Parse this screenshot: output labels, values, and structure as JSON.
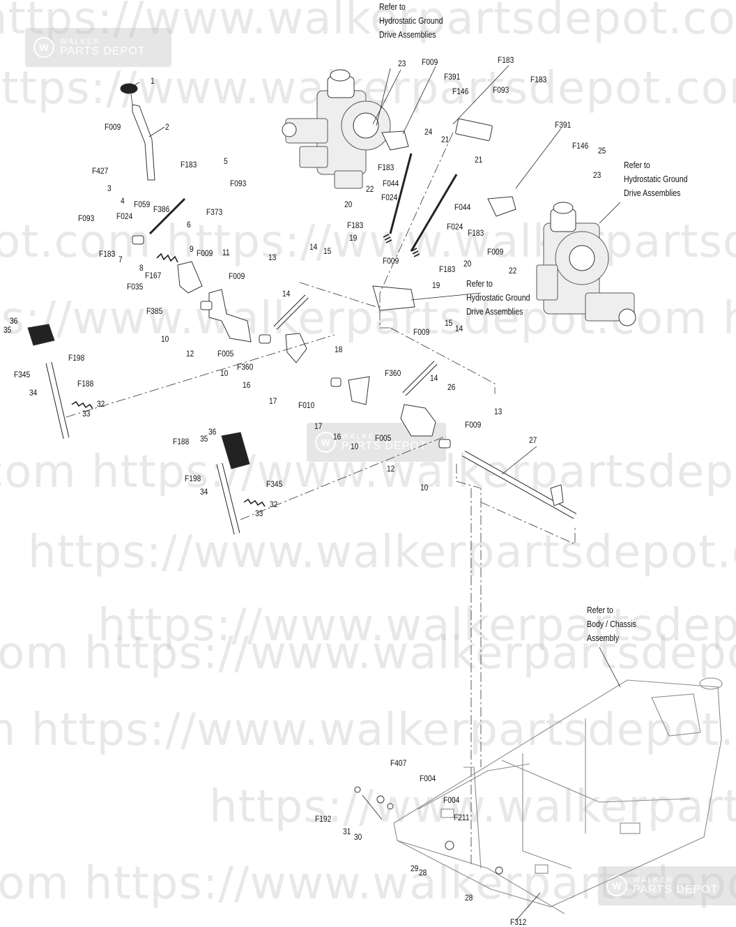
{
  "watermarks": [
    "https://www.walkerpartsdepot.com https://",
    "https://www.walkerpartsdepot.com https://",
    "ot.com https://www.walkerpartsdepot.com",
    "ps://www.walkerpartsdepot.com https://",
    "com https://www.walkerpartsdepot.com",
    "https://www.walkerpartsdepot.com htt",
    "https://www.walkerpartsdepot.com",
    "com https://www.walkerpartsdepot.com",
    "m https://www.walkerpartsdepot.com",
    "https://www.walkerpartsdepot.com",
    "com https://www.walkerpartsdepot.com"
  ],
  "logo": {
    "top": "WALKER",
    "bottom": "PARTS DEPOT"
  },
  "notes": {
    "hydro_top": [
      "Refer to",
      "Hydrostatic Ground",
      "Drive Assemblies"
    ],
    "hydro_right": [
      "Refer to",
      "Hydrostatic Ground",
      "Drive Assemblies"
    ],
    "hydro_mid": [
      "Refer to",
      "Hydrostatic Ground",
      "Drive Assemblies"
    ],
    "chassis": [
      "Refer to",
      "Body / Chassis",
      "Assembly"
    ]
  },
  "callouts": [
    "1",
    "2",
    "F009",
    "F427",
    "3",
    "4",
    "F059",
    "F183",
    "5",
    "F093",
    "F386",
    "F373",
    "F024",
    "6",
    "F093",
    "F183",
    "7",
    "8",
    "F167",
    "F035",
    "F385",
    "9",
    "F009",
    "11",
    "10",
    "12",
    "F005",
    "10",
    "F360",
    "16",
    "F009",
    "13",
    "14",
    "15",
    "14",
    "17",
    "F010",
    "18",
    "17",
    "16",
    "10",
    "F005",
    "12",
    "10",
    "F360",
    "15",
    "14",
    "14",
    "26",
    "13",
    "F009",
    "27",
    "36",
    "35",
    "F345",
    "F198",
    "F188",
    "34",
    "32",
    "33",
    "F188",
    "35",
    "36",
    "F198",
    "F345",
    "34",
    "32",
    "33",
    "23",
    "F009",
    "F391",
    "F146",
    "24",
    "F183",
    "F183",
    "F093",
    "21",
    "21",
    "F183",
    "F044",
    "F024",
    "22",
    "20",
    "F183",
    "19",
    "F009",
    "19",
    "F183",
    "20",
    "F024",
    "F009",
    "F183",
    "F044",
    "F391",
    "F146",
    "25",
    "23",
    "22",
    "F009",
    "F407",
    "F004",
    "F192",
    "F004",
    "F211",
    "31",
    "30",
    "29",
    "28",
    "28",
    "F312"
  ]
}
